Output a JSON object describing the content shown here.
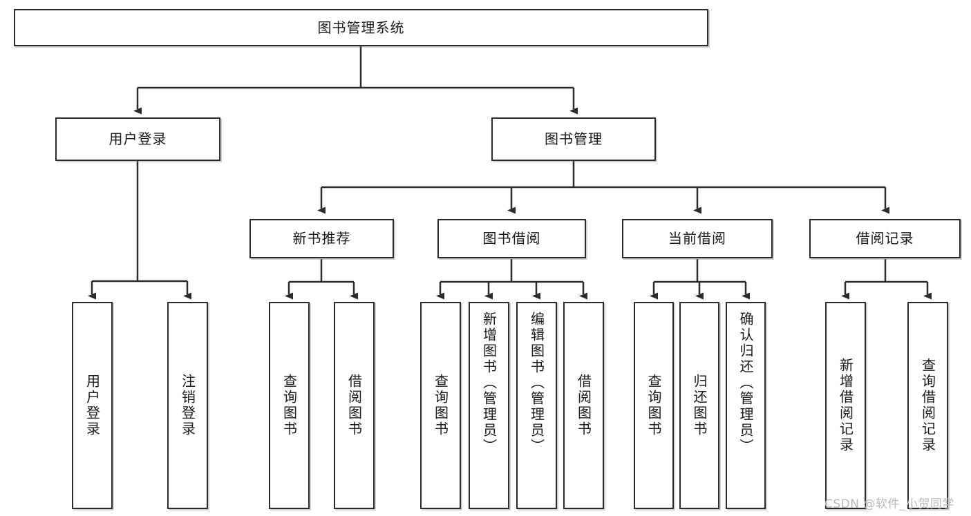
{
  "diagram": {
    "title": "图书管理系统",
    "type": "tree-hierarchy-functional-structure",
    "root": {
      "label": "图书管理系统"
    },
    "level1": [
      {
        "label": "用户登录"
      },
      {
        "label": "图书管理"
      }
    ],
    "level2": [
      {
        "label": "新书推荐"
      },
      {
        "label": "图书借阅"
      },
      {
        "label": "当前借阅"
      },
      {
        "label": "借阅记录"
      }
    ],
    "leaves": {
      "user_login": [
        {
          "label": "用户登录"
        },
        {
          "label": "注销登录"
        }
      ],
      "new_book_recommend": [
        {
          "label": "查询图书"
        },
        {
          "label": "借阅图书"
        }
      ],
      "book_borrow": [
        {
          "label": "查询图书"
        },
        {
          "label": "新增图书（管理员）"
        },
        {
          "label": "编辑图书（管理员）"
        },
        {
          "label": "借阅图书"
        }
      ],
      "current_borrow": [
        {
          "label": "查询图书"
        },
        {
          "label": "归还图书"
        },
        {
          "label": "确认归还（管理员）"
        }
      ],
      "borrow_record": [
        {
          "label": "新增借阅记录"
        },
        {
          "label": "查询借阅记录"
        }
      ]
    }
  },
  "watermark": {
    "text": "CSDN @软件_小贺同学"
  },
  "colors": {
    "background": "#ffffff",
    "border": "#2b2b2b",
    "text": "#1a1a1a",
    "watermark": "#b9b9b9",
    "connector": "#2b2b2b"
  }
}
